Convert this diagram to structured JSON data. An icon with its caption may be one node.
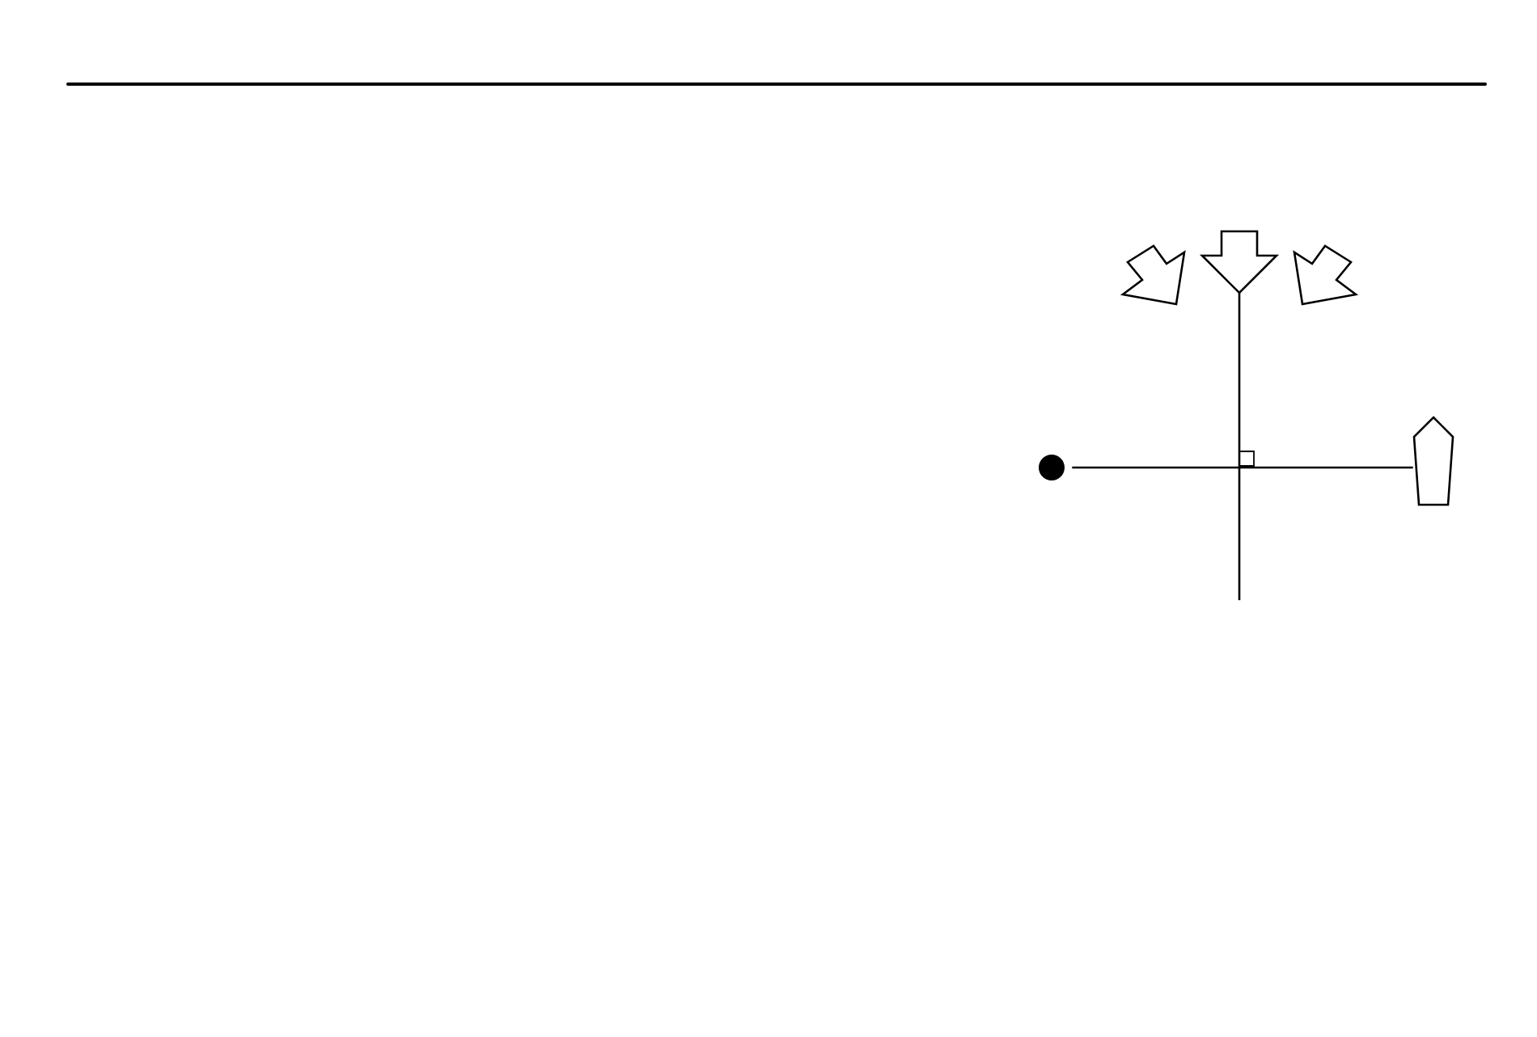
{
  "diagram": {
    "nodes": [
      {
        "text": [],
        "shape": "circle"
      },
      {
        "text": [],
        "shape": "pentagon"
      }
    ],
    "edges": [
      {
        "from": 0,
        "to": 1,
        "arrow": "none"
      }
    ]
  }
}
